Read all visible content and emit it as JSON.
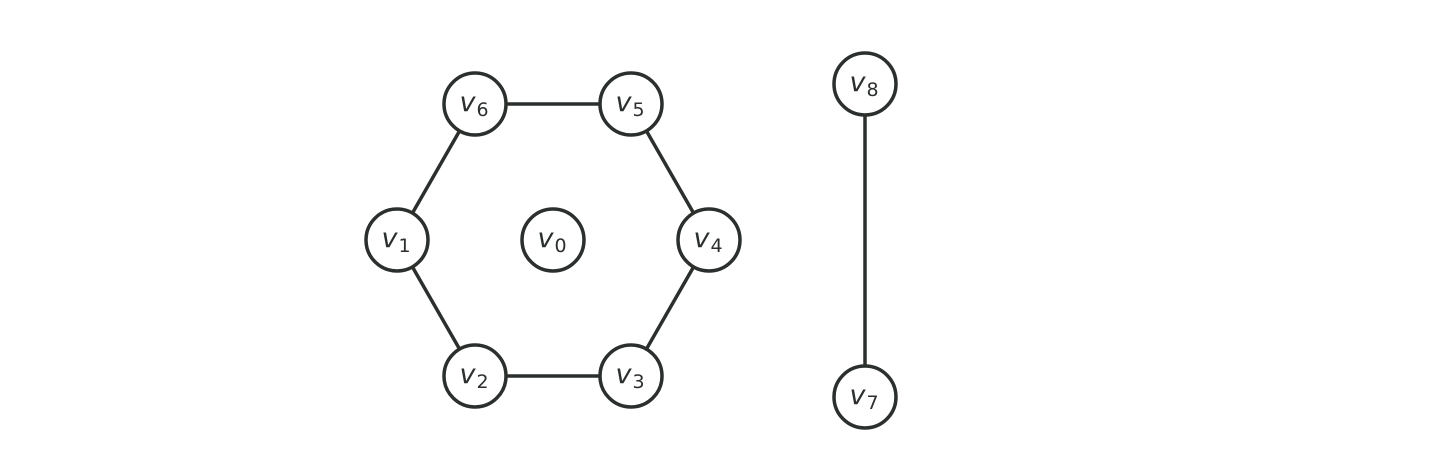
{
  "colors": {
    "stroke": "#2b302d",
    "node_fill": "#ffffff",
    "background": "#ffffff"
  },
  "nodes": [
    {
      "id": "v0",
      "letter": "v",
      "sub": "0"
    },
    {
      "id": "v1",
      "letter": "v",
      "sub": "1"
    },
    {
      "id": "v2",
      "letter": "v",
      "sub": "2"
    },
    {
      "id": "v3",
      "letter": "v",
      "sub": "3"
    },
    {
      "id": "v4",
      "letter": "v",
      "sub": "4"
    },
    {
      "id": "v5",
      "letter": "v",
      "sub": "5"
    },
    {
      "id": "v6",
      "letter": "v",
      "sub": "6"
    },
    {
      "id": "v7",
      "letter": "v",
      "sub": "7"
    },
    {
      "id": "v8",
      "letter": "v",
      "sub": "8"
    }
  ],
  "edges": [
    {
      "from": "v1",
      "to": "v6"
    },
    {
      "from": "v6",
      "to": "v5"
    },
    {
      "from": "v5",
      "to": "v4"
    },
    {
      "from": "v4",
      "to": "v3"
    },
    {
      "from": "v3",
      "to": "v2"
    },
    {
      "from": "v2",
      "to": "v1"
    },
    {
      "from": "v8",
      "to": "v7"
    }
  ]
}
